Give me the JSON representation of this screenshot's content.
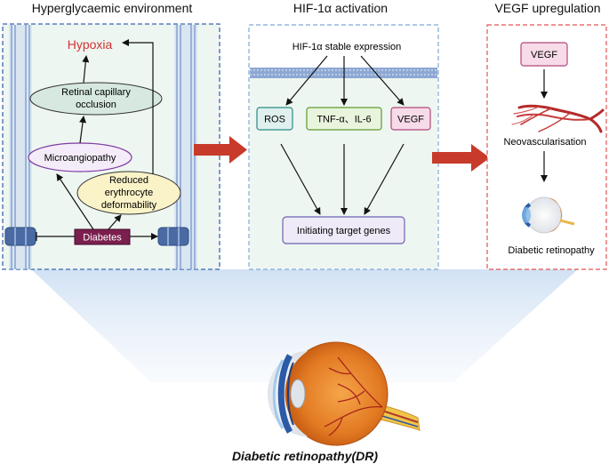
{
  "panels": {
    "hyperglycaemic": {
      "title": "Hyperglycaemic environment",
      "hypoxia": "Hypoxia",
      "retinal_occlusion": [
        "Retinal capillary",
        "occlusion"
      ],
      "microangiopathy": "Microangiopathy",
      "reduced_deformability": [
        "Reduced",
        "erythrocyte",
        "deformability"
      ],
      "diabetes": "Diabetes"
    },
    "hif": {
      "title": "HIF-1α activation",
      "stable_expression": "HIF-1α stable expression",
      "ros": "ROS",
      "tnf": "TNF-α、IL-6",
      "vegf": "VEGF",
      "target_genes": "Initiating target genes"
    },
    "vegf_up": {
      "title": "VEGF upregulation",
      "vegf": "VEGF",
      "neovascularisation": "Neovascularisation",
      "diabetic_retinopathy": "Diabetic retinopathy"
    }
  },
  "caption": "Diabetic retinopathy(DR)",
  "colors": {
    "panel_border": "#3a66b0",
    "panel_fill": "#eef6f1",
    "vegf_border": "#e05555",
    "hypoxia_text": "#d03232",
    "big_arrow": "#c83a2a",
    "diabetes_fill": "#7b1f4f",
    "membrane": "#3f5f97"
  }
}
